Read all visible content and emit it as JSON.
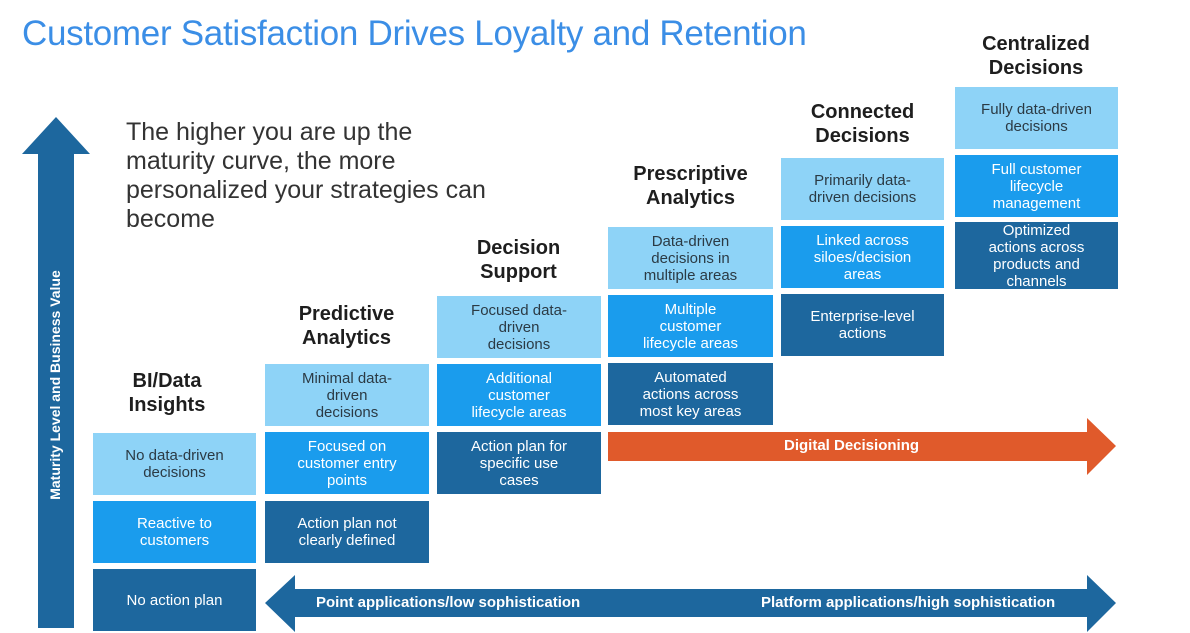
{
  "title": "Customer Satisfaction Drives Loyalty and Retention",
  "intro": "The higher you are up the maturity curve, the more personalized your strategies can become",
  "y_axis_label": "Maturity Level and Business Value",
  "stages": [
    {
      "heading": "BI/Data\nInsights",
      "boxes": [
        "No data-driven\ndecisions",
        "Reactive to\ncustomers",
        "No action plan"
      ]
    },
    {
      "heading": "Predictive\nAnalytics",
      "boxes": [
        "Minimal data-\ndriven\ndecisions",
        "Focused on\ncustomer entry\npoints",
        "Action plan not\nclearly defined"
      ]
    },
    {
      "heading": "Decision\nSupport",
      "boxes": [
        "Focused data-\ndriven\ndecisions",
        "Additional\ncustomer\nlifecycle areas",
        "Action plan for\nspecific use\ncases"
      ]
    },
    {
      "heading": "Prescriptive\nAnalytics",
      "boxes": [
        "Data-driven\ndecisions in\nmultiple areas",
        "Multiple\ncustomer\nlifecycle areas",
        "Automated\nactions across\nmost key areas"
      ]
    },
    {
      "heading": "Connected\nDecisions",
      "boxes": [
        "Primarily data-\ndriven decisions",
        "Linked across\nsiloes/decision\nareas",
        "Enterprise-level\nactions"
      ]
    },
    {
      "heading": "Centralized\nDecisions",
      "boxes": [
        "Fully data-driven\ndecisions",
        "Full customer\nlifecycle\nmanagement",
        "Optimized\nactions across\nproducts and\nchannels"
      ]
    }
  ],
  "digital_arrow_label": "Digital Decisioning",
  "bottom_arrow": {
    "left_label": "Point applications/low sophistication",
    "right_label": "Platform applications/high sophistication"
  },
  "colors": {
    "title": "#3b8ee6",
    "light_box": "#8ed3f7",
    "medium_box": "#1a9ced",
    "dark_box": "#1d679e",
    "orange_arrow": "#e05a2b"
  }
}
